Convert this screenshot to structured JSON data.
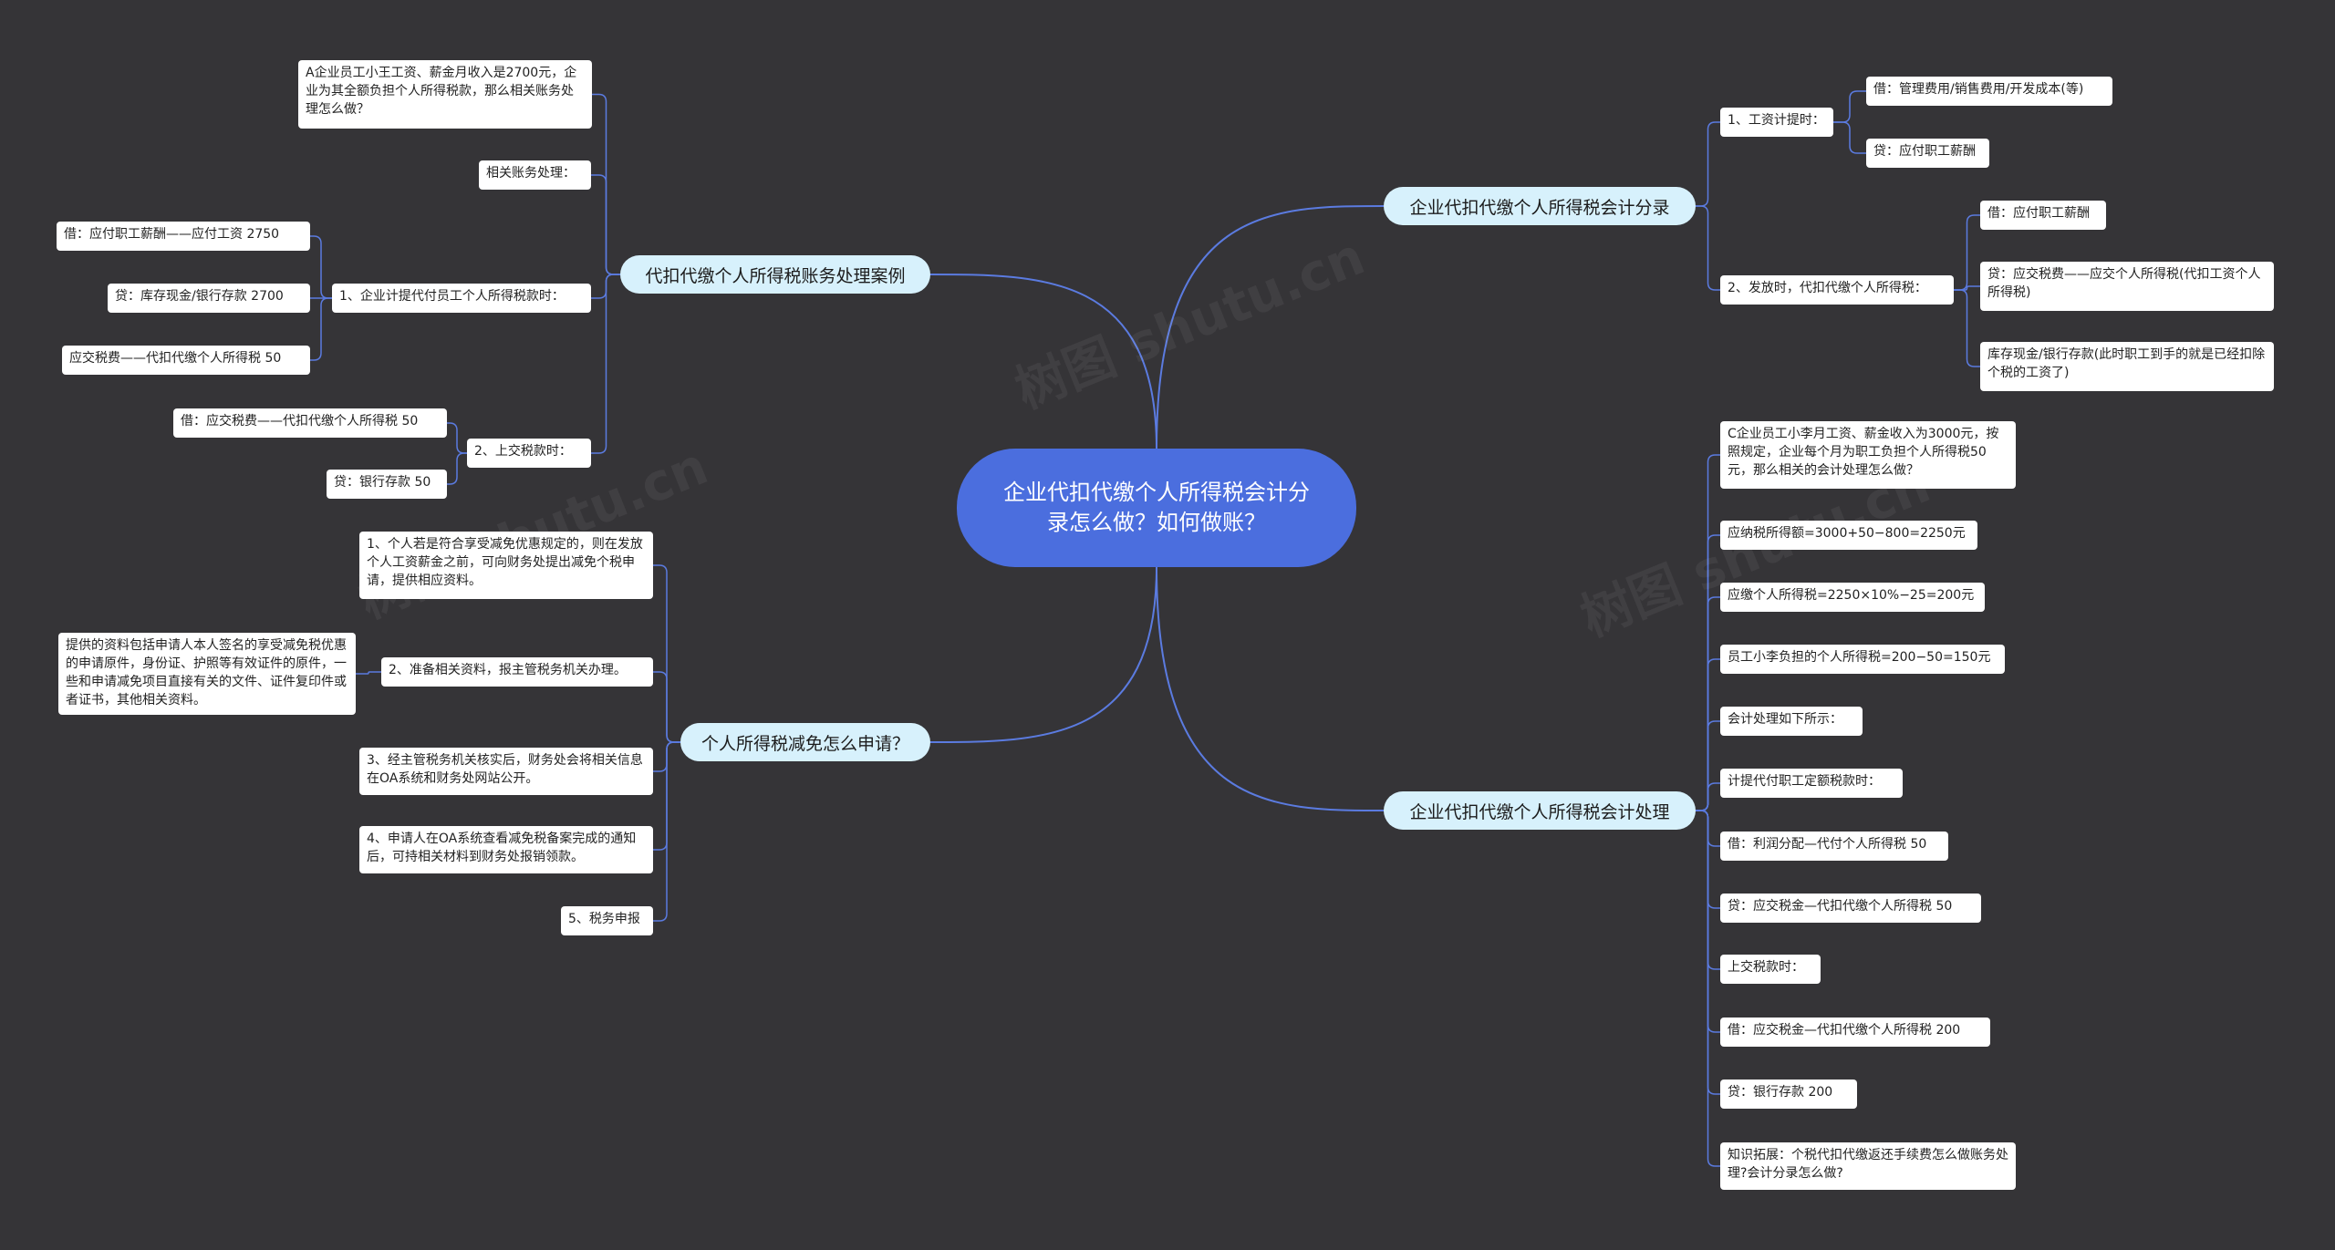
{
  "colors": {
    "background": "#353437",
    "root": "#4b6ede",
    "branch": "#d7f1fc",
    "leaf": "#ffffff",
    "connector": "#5b7be0"
  },
  "root": {
    "text": "企业代扣代缴个人所得税会计分录怎么做？如何做账？"
  },
  "branches": {
    "b1": {
      "label": "代扣代缴个人所得税账务处理案例"
    },
    "b2": {
      "label": "个人所得税减免怎么申请？"
    },
    "b3": {
      "label": "企业代扣代缴个人所得税会计分录"
    },
    "b4": {
      "label": "企业代扣代缴个人所得税会计处理"
    }
  },
  "leaves": {
    "b1_case": "A企业员工小王工资、薪金月收入是2700元，企业为其全额负担个人所得税款，那么相关账务处理怎么做？",
    "b1_related": "相关账务处理：",
    "b1_step1": "1、企业计提代付员工个人所得税款时：",
    "b1_step1_d": "借：应付职工薪酬——应付工资 2750",
    "b1_step1_c": "贷：库存现金/银行存款 2700",
    "b1_step1_t": "应交税费——代扣代缴个人所得税 50",
    "b1_step2": "2、上交税款时：",
    "b1_step2_d": "借：应交税费——代扣代缴个人所得税 50",
    "b1_step2_c": "贷：银行存款 50",
    "b2_s1": "1、个人若是符合享受减免优惠规定的，则在发放个人工资薪金之前，可向财务处提出减免个税申请，提供相应资料。",
    "b2_s2": "2、准备相关资料，报主管税务机关办理。",
    "b2_s2_detail": "提供的资料包括申请人本人签名的享受减免税优惠的申请原件，身份证、护照等有效证件的原件，一些和申请减免项目直接有关的文件、证件复印件或者证书，其他相关资料。",
    "b2_s3": "3、经主管税务机关核实后，财务处会将相关信息在OA系统和财务处网站公开。",
    "b2_s4": "4、申请人在OA系统查看减免税备案完成的通知后，可持相关材料到财务处报销领款。",
    "b2_s5": "5、税务申报",
    "b3_s1": "1、工资计提时：",
    "b3_s1_d": "借：管理费用/销售费用/开发成本(等)",
    "b3_s1_c": "贷：应付职工薪酬",
    "b3_s2": "2、发放时，代扣代缴个人所得税：",
    "b3_s2_d": "借：应付职工薪酬",
    "b3_s2_c": "贷：应交税费——应交个人所得税(代扣工资个人所得税)",
    "b3_s2_t": "库存现金/银行存款(此时职工到手的就是已经扣除个税的工资了)",
    "b4_l1": "C企业员工小李月工资、薪金收入为3000元，按照规定，企业每个月为职工负担个人所得税50元，那么相关的会计处理怎么做？",
    "b4_l2": "应纳税所得额=3000+50−800=2250元",
    "b4_l3": "应缴个人所得税=2250×10%−25=200元",
    "b4_l4": "员工小李负担的个人所得税=200−50=150元",
    "b4_l5": "会计处理如下所示：",
    "b4_l6": "计提代付职工定额税款时：",
    "b4_l7": "借：利润分配—代付个人所得税 50",
    "b4_l8": "贷：应交税金—代扣代缴个人所得税 50",
    "b4_l9": "上交税款时：",
    "b4_l10": "借：应交税金—代扣代缴个人所得税 200",
    "b4_l11": "贷：银行存款 200",
    "b4_l12": "知识拓展：个税代扣代缴返还手续费怎么做账务处理?会计分录怎么做?"
  }
}
